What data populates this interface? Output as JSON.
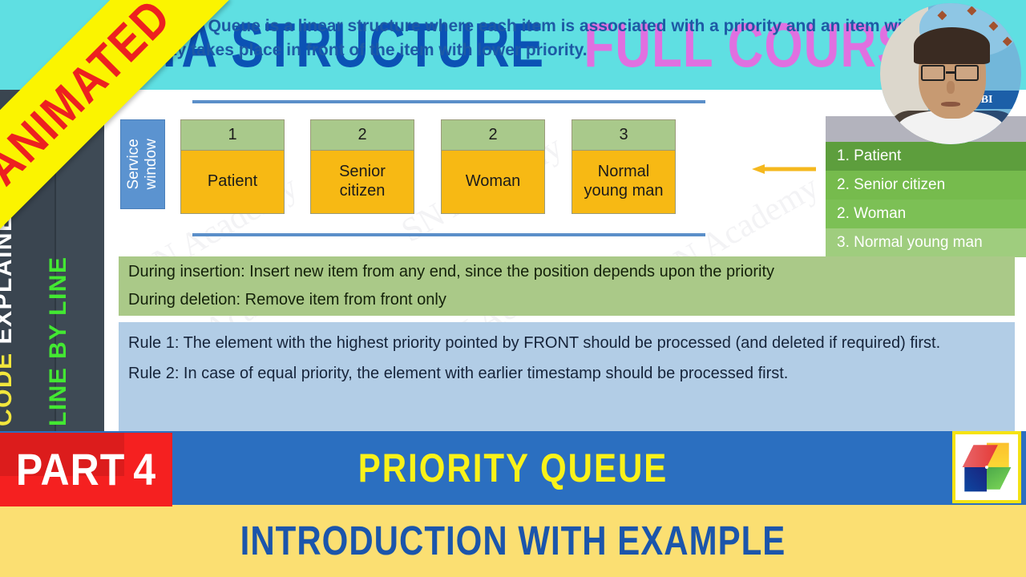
{
  "header": {
    "title_part1": "DATA STRUCTURE",
    "title_part2": "FULL COURSE",
    "color_part1": "#0b52b5",
    "color_part2": "#e070e0",
    "band_color": "#5fdfe2"
  },
  "ribbon": {
    "label": "ANIMATED",
    "bg_color": "#fbf400",
    "text_color": "#ed2020"
  },
  "sidebar": {
    "line1_word1": "CODE",
    "line1_word2": " EXPLAINED",
    "line2": "LINE BY LINE",
    "bg_color": "#3a4550",
    "code_color": "#f2e63c",
    "explained_color": "#ffffff",
    "line2_color": "#43e832"
  },
  "slide": {
    "watermark": "SN Academy",
    "service_window_line1": "Service",
    "service_window_line2": "window",
    "queue": [
      {
        "priority": "1",
        "label": "Patient"
      },
      {
        "priority": "2",
        "label": "Senior citizen"
      },
      {
        "priority": "2",
        "label": "Woman"
      },
      {
        "priority": "3",
        "label": "Normal young man"
      }
    ],
    "arrow_color": "#f5b81e",
    "priority_list": [
      "1. Patient",
      "2. Senior citizen",
      "2. Woman",
      "3. Normal young man"
    ],
    "green_note": {
      "line1": "During insertion: Insert new item from any end, since the position depends upon the priority",
      "line2": "During deletion: Remove item from front only",
      "bg_color": "#aac988"
    },
    "blue_note": {
      "rule1": "Rule 1: The element with the highest priority pointed by FRONT should be processed (and deleted if required) first.",
      "rule2": "Rule 2: In case of equal priority, the element with earlier timestamp should be processed first.",
      "bg_color": "#b2cde6"
    }
  },
  "bottom": {
    "part_label": "PART",
    "part_number": "4",
    "part_bg": "#f52020",
    "headline": "PRIORITY QUEUE",
    "headline_color": "#faf219",
    "banner_bg": "#2b6fc0",
    "banner_description": "A Priority Queue is a linear structure where each item is associated with a priority and an item with higher priority takes place in front of the item with lower priority.",
    "subtitle": "INTRODUCTION WITH EXAMPLE",
    "subtitle_band_color": "#fbdf72",
    "subtitle_text_color": "#1b55ab"
  },
  "webcam": {
    "badge_text": "AL BI"
  }
}
